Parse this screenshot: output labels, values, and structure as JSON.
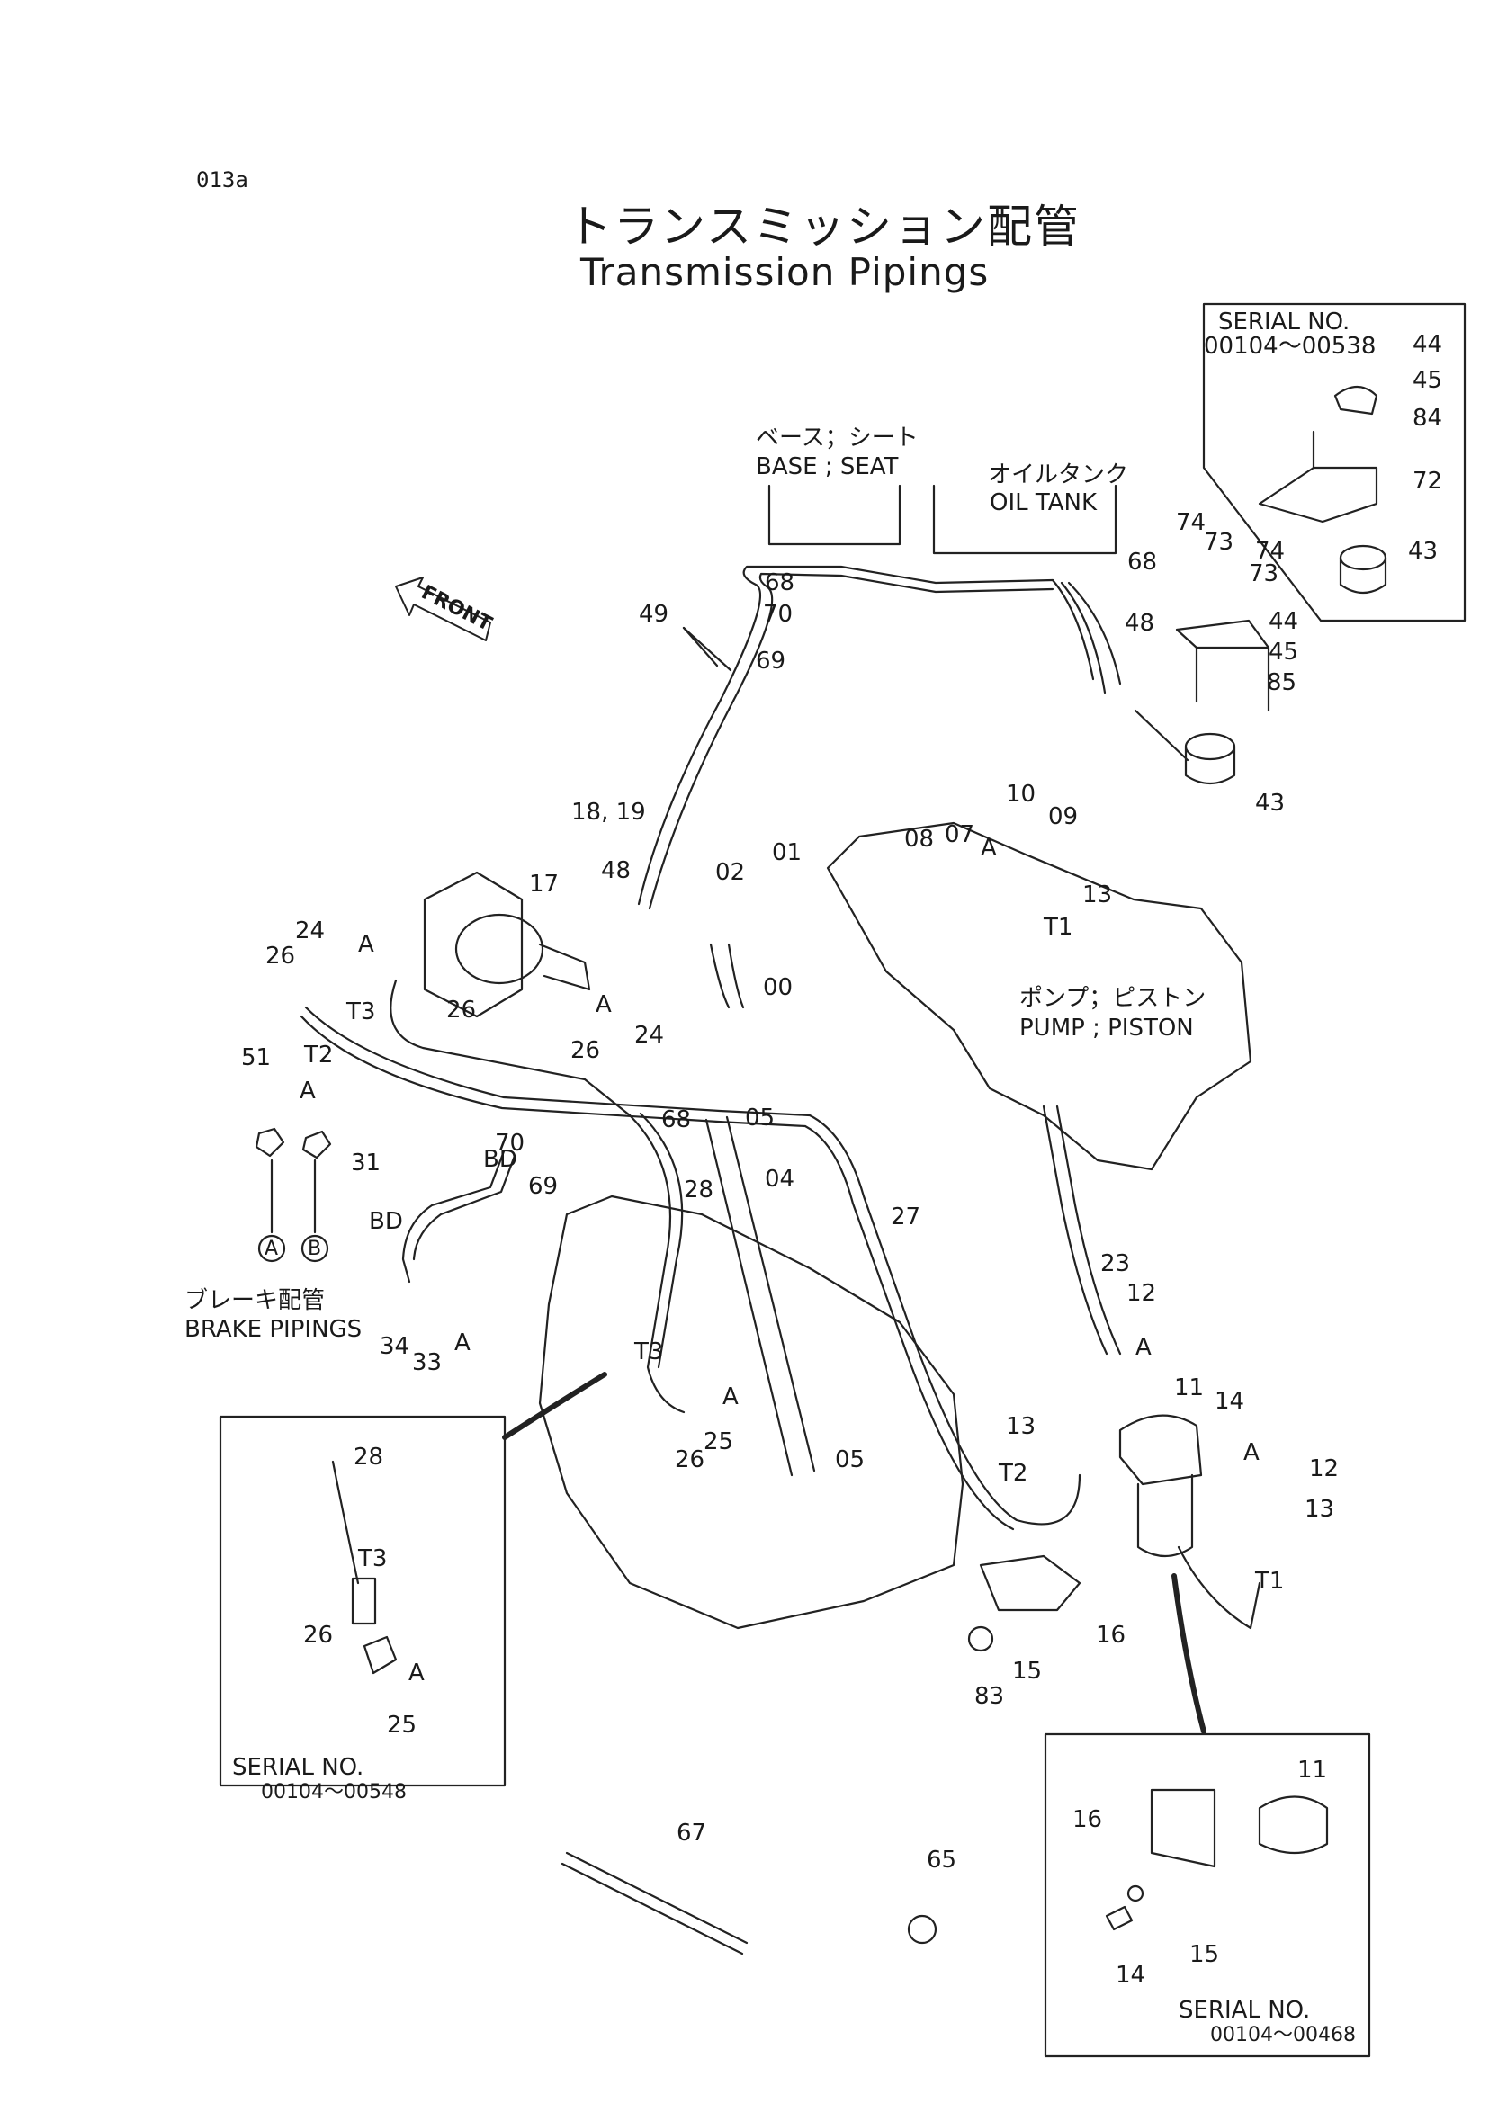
{
  "header": {
    "page_code": "013a",
    "title_jp": "トランスミッション配管",
    "title_en": "Transmission Pipings"
  },
  "insets": {
    "top_right": {
      "serial_label": "SERIAL  NO.",
      "serial_range": "00104～00538"
    },
    "left": {
      "serial_label": "SERIAL  NO.",
      "serial_range": "00104～00548"
    },
    "bottom_right": {
      "serial_label": "SERIAL  NO.",
      "serial_range": "00104～00468"
    }
  },
  "labels": {
    "base_seat_jp": "ベース；シート",
    "base_seat_en": "BASE ; SEAT",
    "oil_tank_jp": "オイルタンク",
    "oil_tank_en": "OIL  TANK",
    "pump_piston_jp": "ポンプ；ピストン",
    "pump_piston_en": "PUMP ; PISTON",
    "brake_jp": "ブレーキ配管",
    "brake_en": "BRAKE PIPINGS",
    "front": "FRONT",
    "circle_a": "A",
    "circle_b": "B"
  },
  "callouts": [
    {
      "id": "c44a",
      "text": "44"
    },
    {
      "id": "c45a",
      "text": "45"
    },
    {
      "id": "c84",
      "text": "84"
    },
    {
      "id": "c72",
      "text": "72"
    },
    {
      "id": "c43a",
      "text": "43"
    },
    {
      "id": "c74a",
      "text": "74"
    },
    {
      "id": "c73a",
      "text": "73"
    },
    {
      "id": "c74b",
      "text": "74"
    },
    {
      "id": "c73b",
      "text": "73"
    },
    {
      "id": "c68a",
      "text": "68"
    },
    {
      "id": "c44b",
      "text": "44"
    },
    {
      "id": "c45b",
      "text": "45"
    },
    {
      "id": "c85",
      "text": "85"
    },
    {
      "id": "c48a",
      "text": "48"
    },
    {
      "id": "c43b",
      "text": "43"
    },
    {
      "id": "c49",
      "text": "49"
    },
    {
      "id": "c68b",
      "text": "68"
    },
    {
      "id": "c70a",
      "text": "70"
    },
    {
      "id": "c69a",
      "text": "69"
    },
    {
      "id": "c1819",
      "text": "18, 19"
    },
    {
      "id": "c48b",
      "text": "48"
    },
    {
      "id": "c17",
      "text": "17"
    },
    {
      "id": "c01",
      "text": "01"
    },
    {
      "id": "c02",
      "text": "02"
    },
    {
      "id": "c00",
      "text": "00"
    },
    {
      "id": "c08",
      "text": "08"
    },
    {
      "id": "c07",
      "text": "07"
    },
    {
      "id": "cA1",
      "text": "A"
    },
    {
      "id": "c10",
      "text": "10"
    },
    {
      "id": "c09",
      "text": "09"
    },
    {
      "id": "c13a",
      "text": "13"
    },
    {
      "id": "cT1a",
      "text": "T1"
    },
    {
      "id": "c24a",
      "text": "24"
    },
    {
      "id": "cA2",
      "text": "A"
    },
    {
      "id": "c26a",
      "text": "26"
    },
    {
      "id": "cT3a",
      "text": "T3"
    },
    {
      "id": "c26b",
      "text": "26"
    },
    {
      "id": "cA3",
      "text": "A"
    },
    {
      "id": "c24b",
      "text": "24"
    },
    {
      "id": "c26c",
      "text": "26"
    },
    {
      "id": "cT2a",
      "text": "T2"
    },
    {
      "id": "c51",
      "text": "51"
    },
    {
      "id": "cA4",
      "text": "A"
    },
    {
      "id": "c68c",
      "text": "68"
    },
    {
      "id": "c05a",
      "text": "05"
    },
    {
      "id": "c70b",
      "text": "70"
    },
    {
      "id": "cBDa",
      "text": "BD"
    },
    {
      "id": "c69b",
      "text": "69"
    },
    {
      "id": "c04",
      "text": "04"
    },
    {
      "id": "c28a",
      "text": "28"
    },
    {
      "id": "c31",
      "text": "31"
    },
    {
      "id": "cBDb",
      "text": "BD"
    },
    {
      "id": "c27",
      "text": "27"
    },
    {
      "id": "c23",
      "text": "23"
    },
    {
      "id": "c12a",
      "text": "12"
    },
    {
      "id": "cA5",
      "text": "A"
    },
    {
      "id": "c34",
      "text": "34"
    },
    {
      "id": "c33",
      "text": "33"
    },
    {
      "id": "cA6",
      "text": "A"
    },
    {
      "id": "cT3b",
      "text": "T3"
    },
    {
      "id": "cA7",
      "text": "A"
    },
    {
      "id": "c25a",
      "text": "25"
    },
    {
      "id": "c26d",
      "text": "26"
    },
    {
      "id": "c05b",
      "text": "05"
    },
    {
      "id": "c11a",
      "text": "11"
    },
    {
      "id": "c14a",
      "text": "14"
    },
    {
      "id": "c13b",
      "text": "13"
    },
    {
      "id": "cA8",
      "text": "A"
    },
    {
      "id": "c12b",
      "text": "12"
    },
    {
      "id": "cT2b",
      "text": "T2"
    },
    {
      "id": "c13c",
      "text": "13"
    },
    {
      "id": "cT1b",
      "text": "T1"
    },
    {
      "id": "c16a",
      "text": "16"
    },
    {
      "id": "c15a",
      "text": "15"
    },
    {
      "id": "c83",
      "text": "83"
    },
    {
      "id": "c28b",
      "text": "28"
    },
    {
      "id": "cT3c",
      "text": "T3"
    },
    {
      "id": "c26e",
      "text": "26"
    },
    {
      "id": "cA9",
      "text": "A"
    },
    {
      "id": "c25b",
      "text": "25"
    },
    {
      "id": "c67",
      "text": "67"
    },
    {
      "id": "c65",
      "text": "65"
    },
    {
      "id": "c11b",
      "text": "11"
    },
    {
      "id": "c16b",
      "text": "16"
    },
    {
      "id": "c14b",
      "text": "14"
    },
    {
      "id": "c15b",
      "text": "15"
    }
  ]
}
